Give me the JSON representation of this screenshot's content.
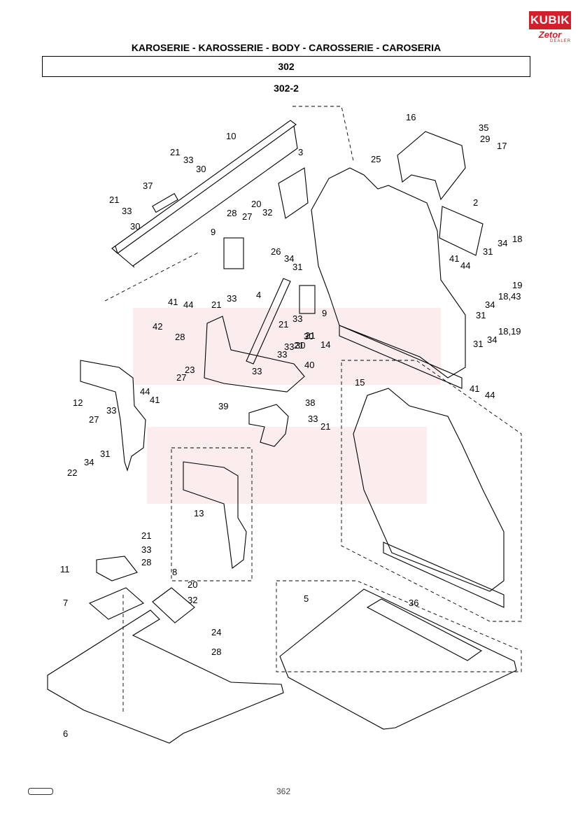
{
  "header": {
    "title": "KAROSERIE - KAROSSERIE - BODY - CAROSSERIE - CAROSERIA",
    "group": "302",
    "subgroup": "302-2"
  },
  "logo": {
    "brand": "KUBIK",
    "sub": "Zetor",
    "tag": "DEALER",
    "accent": "#d21f2c"
  },
  "footer": {
    "page": "362"
  },
  "callouts": [
    {
      "t": "10"
    },
    {
      "t": "21"
    },
    {
      "t": "33"
    },
    {
      "t": "30"
    },
    {
      "t": "37"
    },
    {
      "t": "21"
    },
    {
      "t": "33"
    },
    {
      "t": "30"
    },
    {
      "t": "3"
    },
    {
      "t": "20"
    },
    {
      "t": "32"
    },
    {
      "t": "28"
    },
    {
      "t": "27"
    },
    {
      "t": "9"
    },
    {
      "t": "26"
    },
    {
      "t": "34"
    },
    {
      "t": "31"
    },
    {
      "t": "21"
    },
    {
      "t": "33"
    },
    {
      "t": "4"
    },
    {
      "t": "9"
    },
    {
      "t": "21"
    },
    {
      "t": "33"
    },
    {
      "t": "21"
    },
    {
      "t": "33"
    },
    {
      "t": "30"
    },
    {
      "t": "25"
    },
    {
      "t": "16"
    },
    {
      "t": "35"
    },
    {
      "t": "29"
    },
    {
      "t": "17"
    },
    {
      "t": "2"
    },
    {
      "t": "31"
    },
    {
      "t": "34"
    },
    {
      "t": "18"
    },
    {
      "t": "41"
    },
    {
      "t": "44"
    },
    {
      "t": "19"
    },
    {
      "t": "18,43"
    },
    {
      "t": "34"
    },
    {
      "t": "31"
    },
    {
      "t": "18,19"
    },
    {
      "t": "31"
    },
    {
      "t": "34"
    },
    {
      "t": "14"
    },
    {
      "t": "44"
    },
    {
      "t": "41"
    },
    {
      "t": "42"
    },
    {
      "t": "28"
    },
    {
      "t": "23"
    },
    {
      "t": "30"
    },
    {
      "t": "21"
    },
    {
      "t": "33"
    },
    {
      "t": "40"
    },
    {
      "t": "33"
    },
    {
      "t": "27"
    },
    {
      "t": "44"
    },
    {
      "t": "41"
    },
    {
      "t": "39"
    },
    {
      "t": "41"
    },
    {
      "t": "44"
    },
    {
      "t": "12"
    },
    {
      "t": "33"
    },
    {
      "t": "27"
    },
    {
      "t": "31"
    },
    {
      "t": "34"
    },
    {
      "t": "22"
    },
    {
      "t": "38"
    },
    {
      "t": "33"
    },
    {
      "t": "21"
    },
    {
      "t": "15"
    },
    {
      "t": "13"
    },
    {
      "t": "21"
    },
    {
      "t": "33"
    },
    {
      "t": "28"
    },
    {
      "t": "11"
    },
    {
      "t": "8"
    },
    {
      "t": "20"
    },
    {
      "t": "32"
    },
    {
      "t": "7"
    },
    {
      "t": "5"
    },
    {
      "t": "36"
    },
    {
      "t": "24"
    },
    {
      "t": "28"
    },
    {
      "t": "6"
    }
  ]
}
